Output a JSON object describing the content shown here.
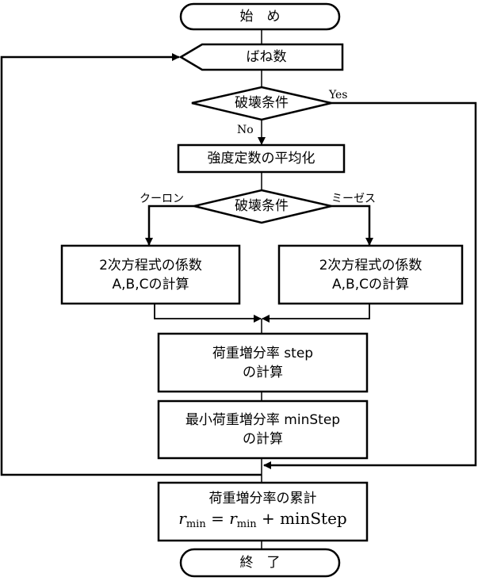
{
  "flowchart": {
    "start": {
      "label": "始　め"
    },
    "input": {
      "label": "ばね数"
    },
    "decision1": {
      "label": "破壊条件",
      "yes_label": "Yes",
      "no_label": "No"
    },
    "average": {
      "label": "強度定数の平均化"
    },
    "decision2": {
      "label": "破壊条件",
      "left_label": "クーロン",
      "right_label": "ミーゼス"
    },
    "coef_left": {
      "line1": "2次方程式の係数",
      "line2": "A,B,Cの計算"
    },
    "coef_right": {
      "line1": "2次方程式の係数",
      "line2": "A,B,Cの計算"
    },
    "step": {
      "line1": "荷重増分率 step",
      "line2": "の計算"
    },
    "minstep": {
      "line1": "最小荷重増分率 minStep",
      "line2": "の計算"
    },
    "accumulate": {
      "line1": "荷重増分率の累計",
      "formula_var": "r",
      "formula_sub": "min",
      "formula_eq": "=",
      "formula_plus": "+",
      "formula_term": "minStep"
    },
    "end": {
      "label": "終　了"
    }
  }
}
